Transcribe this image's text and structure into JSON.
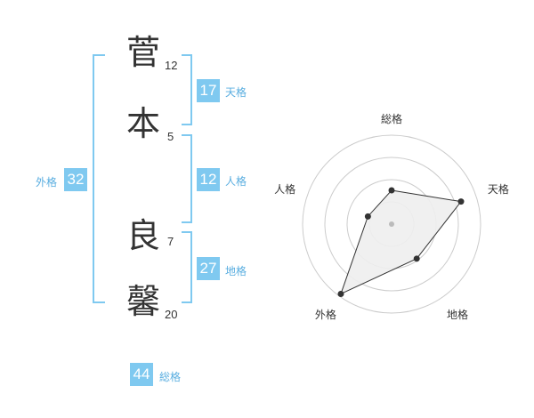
{
  "name": {
    "chars": [
      {
        "char": "菅",
        "strokes": "12"
      },
      {
        "char": "本",
        "strokes": "5"
      },
      {
        "char": "良",
        "strokes": "7"
      },
      {
        "char": "馨",
        "strokes": "20"
      }
    ]
  },
  "fortunes": {
    "tenkaku": {
      "value": "17",
      "label": "天格"
    },
    "jinkaku": {
      "value": "12",
      "label": "人格"
    },
    "chikaku": {
      "value": "27",
      "label": "地格"
    },
    "gaikaku": {
      "value": "32",
      "label": "外格"
    },
    "soukaku": {
      "value": "44",
      "label": "総格"
    }
  },
  "chart_data": {
    "type": "radar",
    "axes": [
      "総格",
      "天格",
      "地格",
      "外格",
      "人格"
    ],
    "values": [
      0.38,
      0.82,
      0.48,
      0.97,
      0.28
    ],
    "max": 1,
    "rings": 4,
    "colors": {
      "fill": "#eeeeee",
      "stroke": "#333333",
      "grid": "#cccccc",
      "point": "#333333",
      "center": "#bbbbbb"
    }
  }
}
